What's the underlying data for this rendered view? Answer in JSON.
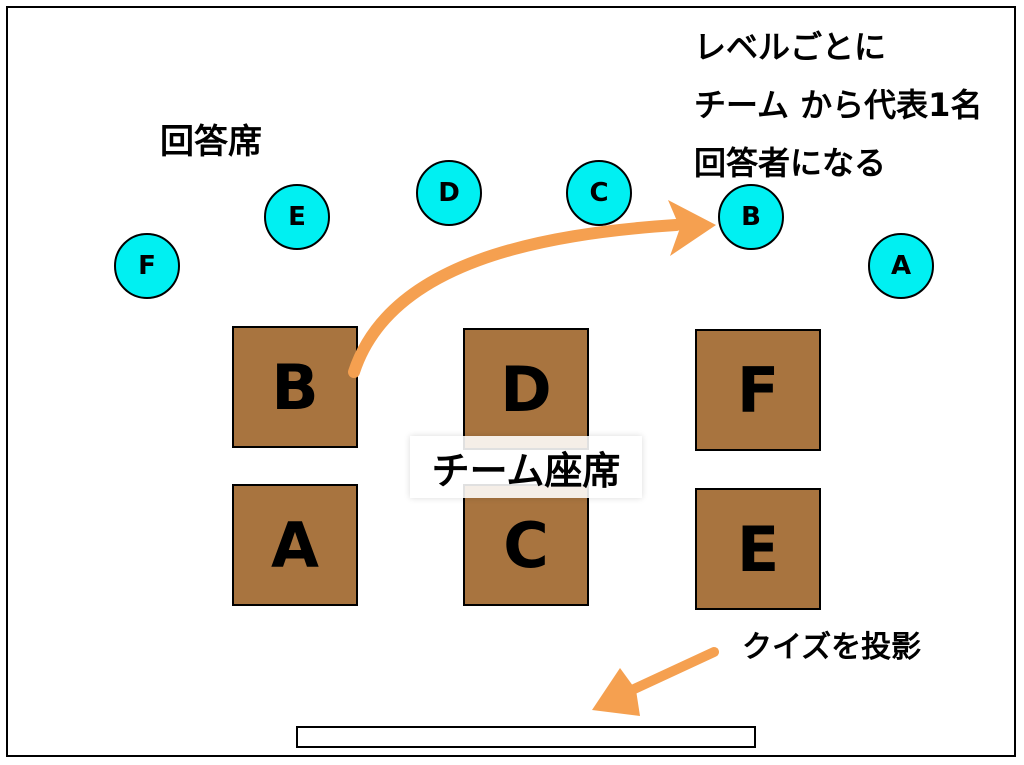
{
  "labels": {
    "answer_area": "回答席",
    "note_lines": [
      "レベルごとに",
      "チーム から代表1名",
      "回答者になる"
    ],
    "team_area": "チーム座席",
    "projection": "クイズを投影"
  },
  "answer_seats": [
    {
      "letter": "F"
    },
    {
      "letter": "E"
    },
    {
      "letter": "D"
    },
    {
      "letter": "C"
    },
    {
      "letter": "B"
    },
    {
      "letter": "A"
    }
  ],
  "team_tables": [
    {
      "letter": "B"
    },
    {
      "letter": "A"
    },
    {
      "letter": "D"
    },
    {
      "letter": "C"
    },
    {
      "letter": "F"
    },
    {
      "letter": "E"
    }
  ],
  "colors": {
    "seat_fill": "#00f0f2",
    "table_fill": "#a8743f",
    "arrow": "#f5a050"
  }
}
